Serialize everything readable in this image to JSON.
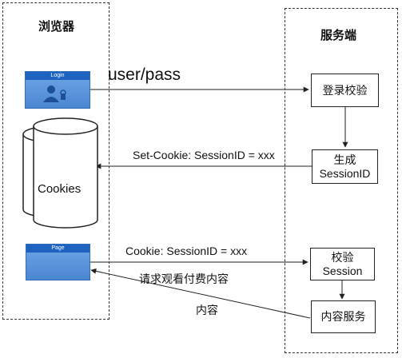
{
  "browser_lane": {
    "title": "浏览器"
  },
  "server_lane": {
    "title": "服务端"
  },
  "login_window": {
    "title": "Login"
  },
  "page_window": {
    "title": "Page"
  },
  "cookies_store": {
    "label": "Cookies"
  },
  "server_boxes": {
    "login_check": "登录校验",
    "generate_session": "生成\nSessionID",
    "verify_session": "校验\nSession",
    "content_service": "内容服务"
  },
  "messages": {
    "credentials": "user/pass",
    "set_cookie": "Set-Cookie: SessionID = xxx",
    "cookie": "Cookie: SessionID = xxx",
    "request_paid_content": "请求观看付费内容",
    "content": "内容"
  }
}
